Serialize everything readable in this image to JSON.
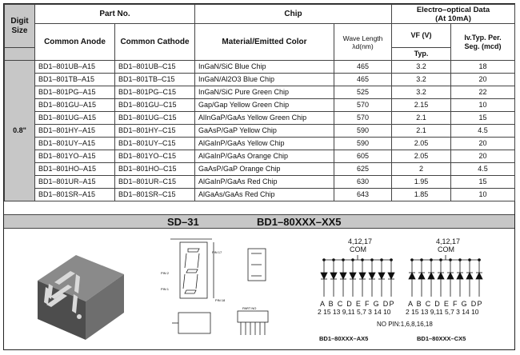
{
  "headers": {
    "digit_size": "Digit Size",
    "part_no": "Part No.",
    "chip": "Chip",
    "electro_optical": "Electro–optical Data",
    "electro_optical_sub": "(At 10mA)",
    "common_anode": "Common Anode",
    "common_cathode": "Common Cathode",
    "material": "Material/Emitted Color",
    "wave_length": "Wave Length",
    "wave_unit": "λd(nm)",
    "vf": "VF (V)",
    "vf_typ": "Typ.",
    "iv": "Iv.Typ. Per.",
    "iv_unit": "Seg. (mcd)"
  },
  "digit_size": "0.8\"",
  "rows": [
    {
      "anode": "BD1–801UB–A15",
      "cathode": "BD1–801UB–C15",
      "material": "InGaN/SiC  Blue Chip",
      "wave": "465",
      "vf": "3.2",
      "iv": "18"
    },
    {
      "anode": "BD1–801TB–A15",
      "cathode": "BD1–801TB–C15",
      "material": "InGaN/Al2O3 Blue Chip",
      "wave": "465",
      "vf": "3.2",
      "iv": "20"
    },
    {
      "anode": "BD1–801PG–A15",
      "cathode": "BD1–801PG–C15",
      "material": "InGaN/SiC Pure Green Chip",
      "wave": "525",
      "vf": "3.2",
      "iv": "22"
    },
    {
      "anode": "BD1–801GU–A15",
      "cathode": "BD1–801GU–C15",
      "material": "Gap/Gap Yellow Green  Chip",
      "wave": "570",
      "vf": "2.15",
      "iv": "10"
    },
    {
      "anode": "BD1–801UG–A15",
      "cathode": "BD1–801UG–C15",
      "material": "AlInGaP/GaAs Yellow Green Chip",
      "wave": "570",
      "vf": "2.1",
      "iv": "15"
    },
    {
      "anode": "BD1–801HY–A15",
      "cathode": "BD1–801HY–C15",
      "material": "GaAsP/GaP Yellow  Chip",
      "wave": "590",
      "vf": "2.1",
      "iv": "4.5"
    },
    {
      "anode": "BD1–801UY–A15",
      "cathode": "BD1–801UY–C15",
      "material": "AlGaInP/GaAs Yellow  Chip",
      "wave": "590",
      "vf": "2.05",
      "iv": "20"
    },
    {
      "anode": "BD1–801YO–A15",
      "cathode": "BD1–801YO–C15",
      "material": "AlGaInP/GaAs Orange  Chip",
      "wave": "605",
      "vf": "2.05",
      "iv": "20"
    },
    {
      "anode": "BD1–801HO–A15",
      "cathode": "BD1–801HO–C15",
      "material": "GaAsP/GaP Orange  Chip",
      "wave": "625",
      "vf": "2",
      "iv": "4.5"
    },
    {
      "anode": "BD1–801UR–A15",
      "cathode": "BD1–801UR–C15",
      "material": "AlGaInP/GaAs Red  Chip",
      "wave": "630",
      "vf": "1.95",
      "iv": "15"
    },
    {
      "anode": "BD1–801SR–A15",
      "cathode": "BD1–801SR–C15",
      "material": "AlGaAs/GaAs Red Chip",
      "wave": "643",
      "vf": "1.85",
      "iv": "10"
    }
  ],
  "series": {
    "package": "SD–31",
    "part_series": "BD1–80XXX–XX5"
  },
  "diagram": {
    "com_pins": "4,12,17",
    "com_label": "COM",
    "segment_letters": [
      "A",
      "B",
      "C",
      "D",
      "E",
      "F",
      "G",
      "DP"
    ],
    "segment_pins": [
      "2",
      "15",
      "13",
      "9",
      "11",
      "5",
      "7",
      "3",
      "14",
      "10"
    ],
    "pin_numbers_line": "2 15 13 9,11 5,7 3 14 10",
    "nc_pins": "NO PIN:1,6,8,16,18",
    "anode_label": "BD1–80XXX–AX5",
    "cathode_label": "BD1–80XXX–CX5",
    "dim_labels": {
      "pin1": "PIN 1",
      "pin17": "PIN 17",
      "pin2": "PIN 2",
      "pin18": "PIN 18",
      "part_no": "PART NO"
    }
  },
  "colors": {
    "header_gray": "#c7c7c7",
    "display_body": "#5a5a5a",
    "segment": "#d9d9d9",
    "border": "#444444"
  }
}
